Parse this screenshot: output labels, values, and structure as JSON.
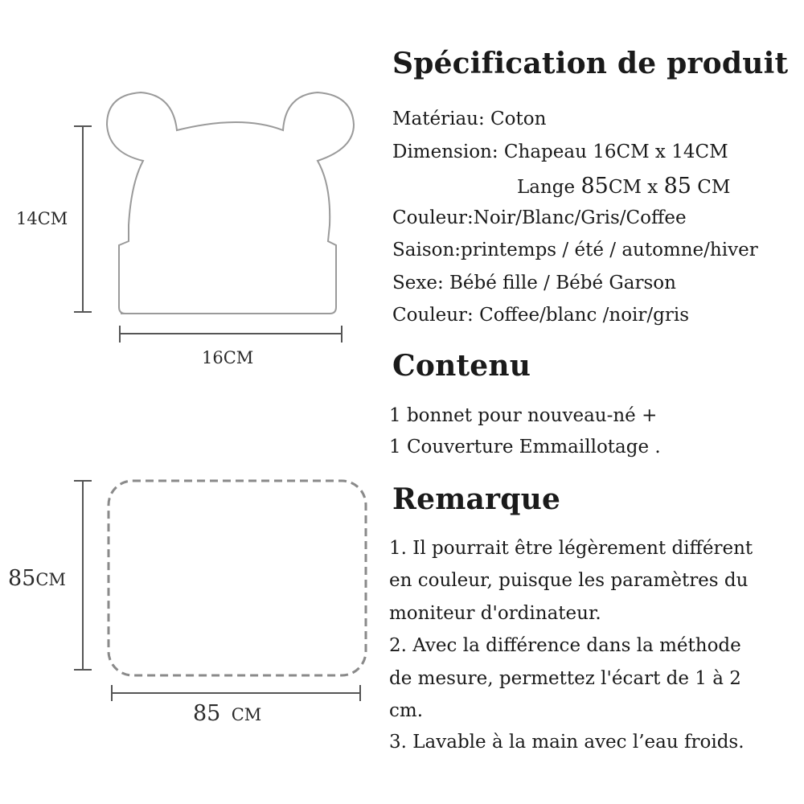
{
  "hat_diagram": {
    "height_label": "14CM",
    "width_label": "16CM"
  },
  "blanket_diagram": {
    "height_number": "85",
    "height_unit": "CM",
    "width_number": "85",
    "width_unit": "CM"
  },
  "spec": {
    "title": "Spécification de produit",
    "material": "Matériau: Coton",
    "dimension_hat": "Dimension: Chapeau 16CM x 14CM",
    "dimension_swaddle_prefix": "Lange",
    "dimension_swaddle_n1": "85",
    "dimension_swaddle_mid": "CM x",
    "dimension_swaddle_n2": "85",
    "dimension_swaddle_unit": "CM",
    "color1": "Couleur:Noir/Blanc/Gris/Coffee",
    "season": "Saison:printemps / été / automne/hiver",
    "sex": "Sexe: Bébé fille / Bébé Garson",
    "color2": "Couleur: Coffee/blanc /noir/gris"
  },
  "content": {
    "title": "Contenu",
    "lines": [
      "1 bonnet pour nouveau-né +",
      "1 Couverture Emmaillotage ."
    ]
  },
  "remark": {
    "title": "Remarque",
    "lines": [
      "1. Il pourrait être légèrement différent",
      "en couleur, puisque les paramètres du",
      "moniteur d'ordinateur.",
      "2. Avec la différence dans la méthode",
      "de mesure, permettez l'écart de 1 à 2",
      "cm.",
      "3. Lavable à la main avec l’eau froids."
    ]
  }
}
